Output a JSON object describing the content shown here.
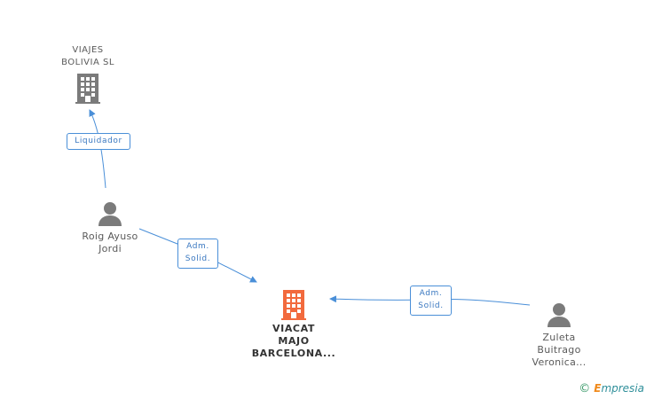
{
  "nodes": {
    "viajes_bolivia": {
      "line1": "VIAJES",
      "line2": "BOLIVIA  SL",
      "icon": "building-icon"
    },
    "roig_ayuso": {
      "line1": "Roig Ayuso",
      "line2": "Jordi",
      "icon": "person-icon"
    },
    "viacat": {
      "line1": "VIACAT",
      "line2": "MAJO",
      "line3": "BARCELONA...",
      "icon": "building-icon-highlighted"
    },
    "zuleta": {
      "line1": "Zuleta",
      "line2": "Buitrago",
      "line3": "Veronica...",
      "icon": "person-icon"
    }
  },
  "relations": {
    "liquidador": {
      "label": "Liquidador"
    },
    "adm_solid_roig": {
      "line1": "Adm.",
      "line2": "Solid."
    },
    "adm_solid_zuleta": {
      "line1": "Adm.",
      "line2": "Solid."
    }
  },
  "footer": {
    "copyright": "©",
    "brand_first": "E",
    "brand_rest": "mpresia"
  },
  "colors": {
    "edge": "#4a8fd8",
    "building": "#7b7b7b",
    "building_highlight": "#f26a3d",
    "person": "#7b7b7b"
  }
}
